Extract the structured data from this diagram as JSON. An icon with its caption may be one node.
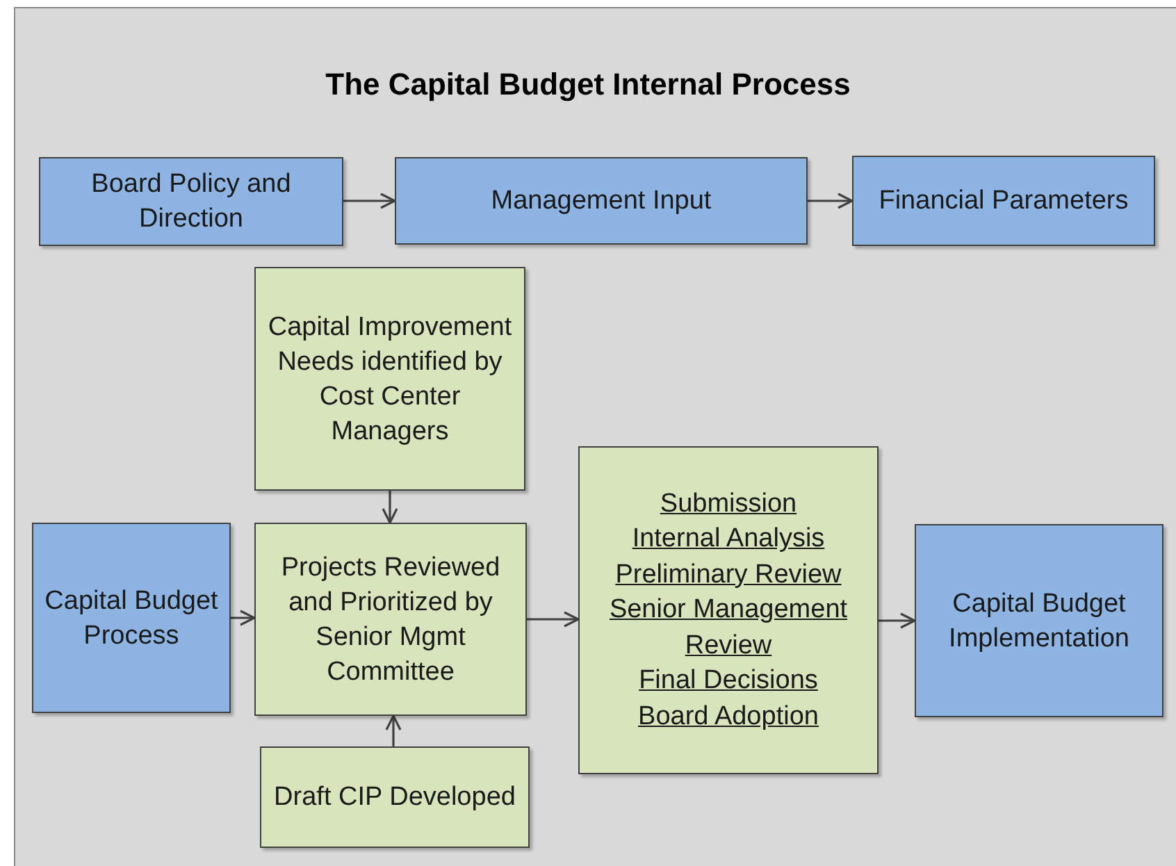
{
  "diagram": {
    "title": "The Capital Budget Internal Process",
    "nodes": [
      {
        "text": [
          "Board Policy and Direction"
        ]
      },
      {
        "text": [
          "Management Input"
        ]
      },
      {
        "text": [
          "Financial Parameters"
        ]
      },
      {
        "text": [
          "Capital Improvement Needs identified by Cost Center Managers"
        ]
      },
      {
        "text": [
          "Capital Budget Process"
        ]
      },
      {
        "text": [
          "Projects Reviewed and Prioritized by Senior Mgmt Committee"
        ]
      },
      {
        "text": [
          "Submission",
          "Internal Analysis",
          "Preliminary Review",
          "Senior Management Review",
          "Final Decisions",
          "Board Adoption"
        ]
      },
      {
        "text": [
          "Capital Budget Implementation"
        ]
      },
      {
        "text": [
          "Draft CIP Developed"
        ]
      }
    ],
    "edges": [
      {
        "from": 0,
        "to": 1,
        "arrow": "to"
      },
      {
        "from": 1,
        "to": 2,
        "arrow": "to"
      },
      {
        "from": 3,
        "to": 5,
        "arrow": "to"
      },
      {
        "from": 4,
        "to": 5,
        "arrow": "to"
      },
      {
        "from": 8,
        "to": 5,
        "arrow": "to"
      },
      {
        "from": 5,
        "to": 6,
        "arrow": "to"
      },
      {
        "from": 6,
        "to": 7,
        "arrow": "to"
      }
    ]
  }
}
